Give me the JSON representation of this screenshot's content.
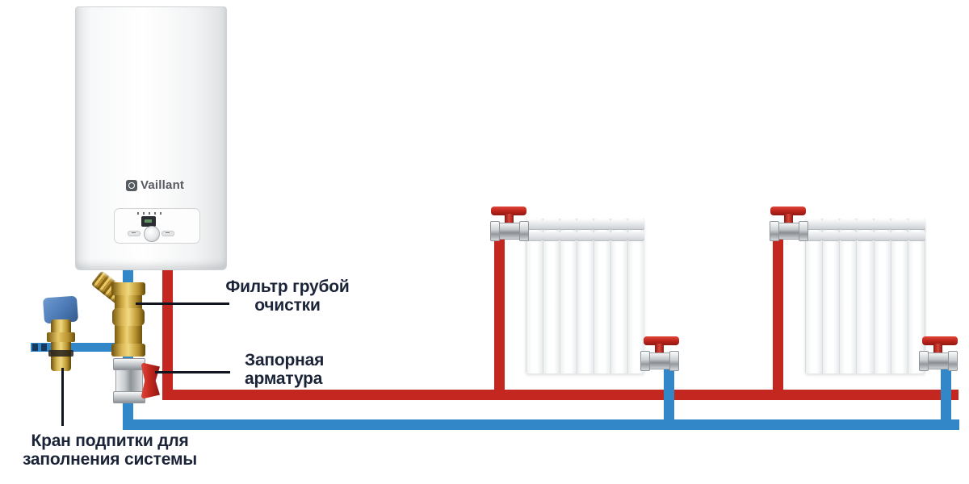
{
  "title": "Boiler piping diagram",
  "boiler": {
    "brand": "Vaillant"
  },
  "labels": {
    "filter": {
      "line1": "Фильтр грубой",
      "line2": "очистки"
    },
    "shutoff": {
      "line1": "Запорная",
      "line2": "арматура"
    },
    "feed": {
      "line1": "Кран подпитки для",
      "line2": "заполнения системы"
    }
  },
  "colors": {
    "supply_pipe": "#c4271f",
    "return_pipe": "#3287c8",
    "pipe_dash": "#17395e",
    "valve_handle_red": "#c2271e",
    "feed_handle_blue": "#4b79b5",
    "brass": "#c79a33",
    "label_text": "#1a2337",
    "callout_line": "#10151f"
  },
  "diagram": {
    "radiators": [
      {
        "name": "radiator-1",
        "sections": 7
      },
      {
        "name": "radiator-2",
        "sections": 7
      }
    ]
  }
}
